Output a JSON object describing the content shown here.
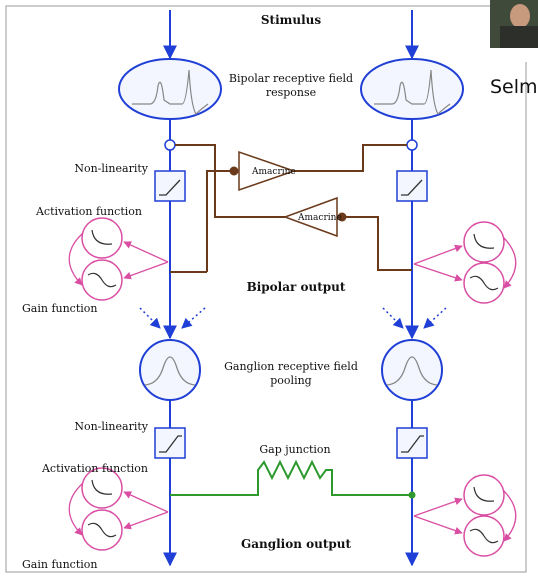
{
  "labels": {
    "stimulus": "Stimulus",
    "bipolar_rf_line1": "Bipolar receptive field",
    "bipolar_rf_line2": "response",
    "nonlinearity": "Non-linearity",
    "activation_function": "Activation function",
    "gain_function": "Gain function",
    "amacrine": "Amacrine",
    "bipolar_output": "Bipolar output",
    "ganglion_rf_line1": "Ganglion receptive field",
    "ganglion_rf_line2": "pooling",
    "gap_junction": "Gap junction",
    "ganglion_output": "Ganglion output"
  },
  "photo_caption": "Selm",
  "colors": {
    "pathway": "#1f3fd6",
    "amacrine": "#6b3a1a",
    "feedback": "#d94ea3",
    "gap_junction": "#2e9a2e",
    "frame": "#9a9a9a",
    "cell_fill": "#f2f4ff"
  }
}
